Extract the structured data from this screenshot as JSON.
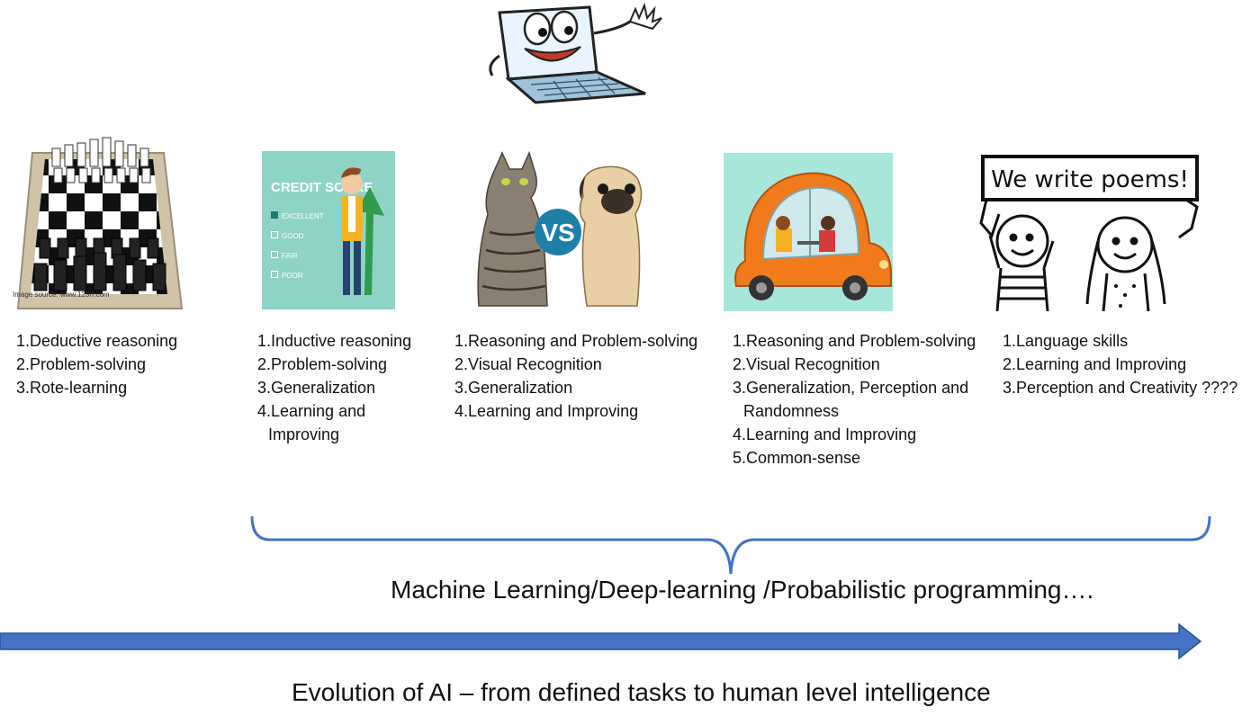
{
  "stages": [
    {
      "id": "chess",
      "items": [
        "1.Deductive reasoning",
        "2.Problem-solving",
        "3.Rote-learning"
      ],
      "image_source": "Image source: www.123rf.com"
    },
    {
      "id": "credit",
      "items": [
        "1.Inductive reasoning",
        "2.Problem-solving",
        "3.Generalization",
        "4.Learning and",
        "Improving"
      ],
      "credit": {
        "title": "CREDIT SCORE",
        "options": [
          "EXCELLENT",
          "GOOD",
          "FAIR",
          "POOR"
        ]
      }
    },
    {
      "id": "cat-dog",
      "items": [
        "1.Reasoning and Problem-solving",
        "2.Visual Recognition",
        "3.Generalization",
        "4.Learning and Improving"
      ],
      "vs_label": "VS"
    },
    {
      "id": "car",
      "items": [
        "1.Reasoning and Problem-solving",
        "2.Visual Recognition",
        "3.Generalization, Perception and",
        "Randomness",
        "4.Learning and Improving",
        "5.Common-sense"
      ]
    },
    {
      "id": "poems",
      "items": [
        "1.Language skills",
        "2.Learning and Improving",
        "3.Perception and Creativity ????"
      ],
      "sign_text": "We write poems!"
    }
  ],
  "bracket_caption": "Machine Learning/Deep-learning /Probabilistic programming….",
  "arrow_caption": "Evolution of AI – from defined tasks to human level intelligence",
  "colors": {
    "accent": "#4472c4",
    "arrow_fill": "#4472c4",
    "arrow_stroke": "#2f528f",
    "teal": "#8fd3c7",
    "car_bg": "#a8e6dc",
    "car_orange": "#f07a1c"
  }
}
